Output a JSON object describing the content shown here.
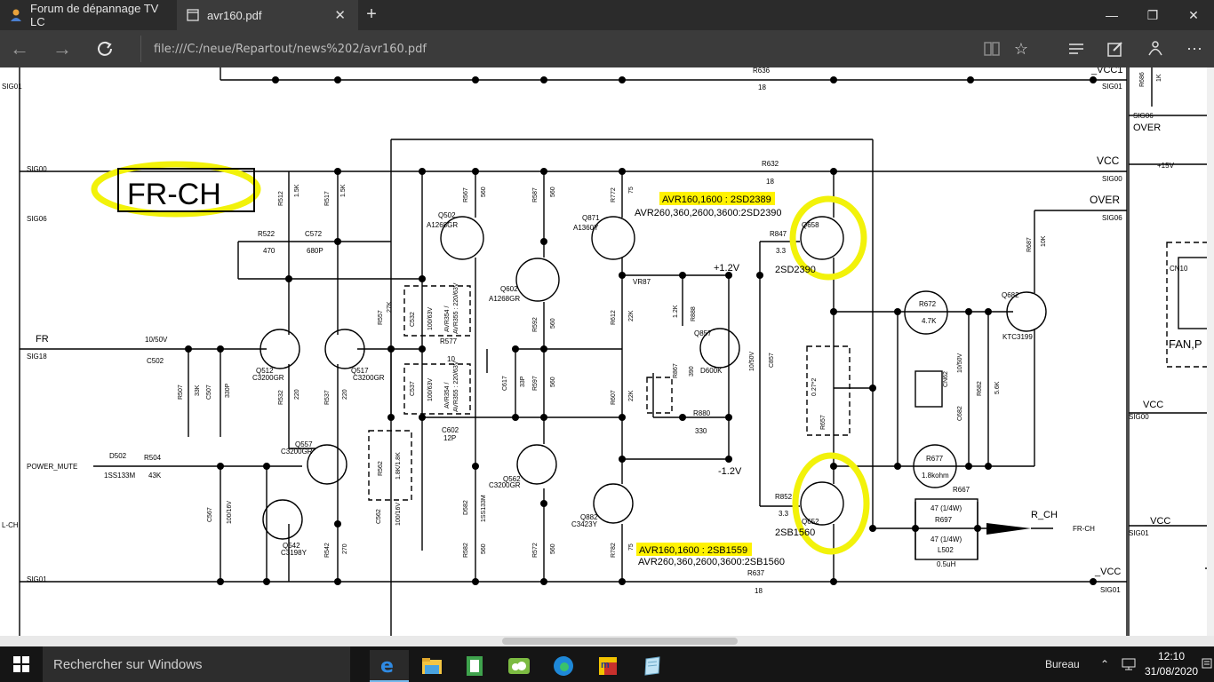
{
  "browser": {
    "tabs": [
      {
        "title": "Forum de dépannage TV LC",
        "active": false
      },
      {
        "title": "avr160.pdf",
        "active": true
      }
    ],
    "address": "file:///C:/neue/Repartout/news%202/avr160.pdf",
    "window_buttons": {
      "minimize": "—",
      "maximize": "❐",
      "close": "✕"
    }
  },
  "schematic": {
    "title_box": "FR-CH",
    "signals": {
      "sig00_left": "SIG00",
      "sig06_left": "SIG06",
      "sig18": "SIG18",
      "sig01_left": "SIG01",
      "sig01_top": "SIG01",
      "fr": "FR",
      "power_mute": "POWER_MUTE",
      "lch": "L-CH",
      "vcc_top": "_VCC1",
      "sig01_top_right": "SIG01",
      "vcc": "VCC",
      "sig00": "SIG00",
      "over": "OVER",
      "sig06": "SIG06",
      "vcc_bottom": "_VCC",
      "sig01_bottom": "SIG01",
      "rch": "R_CH",
      "frch_out": "FR-CH",
      "plus12": "+1.2V",
      "minus12": "-1.2V",
      "over_right": "OVER",
      "plus15": "+15V",
      "sig06_right": "SIG06",
      "vcc_right": "VCC",
      "sig00_right": "SIG00",
      "vcc_right2": "_VCC",
      "sig01_right": "SIG01",
      "fan": "FAN,P",
      "cn10": "CN10"
    },
    "highlights": {
      "top_a": "AVR160,1600 : 2SD2389",
      "top_b": "AVR260,360,2600,3600:2SD2390",
      "bot_a": "AVR160,1600 : 2SB1559",
      "bot_b": "AVR260,360,2600,3600:2SB1560"
    },
    "transistors": {
      "q502": "Q502",
      "q502p": "A1268GR",
      "q602": "Q602",
      "q602p": "A1268GR",
      "q871": "Q871",
      "q871p": "A1360Y",
      "q658": "Q658",
      "q658p": "2SD2390",
      "q512": "Q512",
      "q512p": "C3200GR",
      "q517": "Q517",
      "q517p": "C3200GR",
      "q857": "Q857",
      "q857p": "D600K",
      "q557": "Q557",
      "q557p": "C3200GR",
      "q562": "Q562",
      "q562p": "C3200GR",
      "q882": "Q882",
      "q882p": "C3423Y",
      "q652": "Q652",
      "q652p": "2SB1560",
      "q542": "Q542",
      "q542p": "C3198Y",
      "q682": "Q682",
      "q682p": "KTC3199"
    },
    "parts": {
      "r512": "R512",
      "r512v": "1.5K",
      "r517": "R517",
      "r517v": "1.5K",
      "r567": "R567",
      "r567v": "560",
      "r587": "R587",
      "r587v": "560",
      "r772": "R772",
      "r772v": "75",
      "r632": "R632",
      "r632v": "18",
      "r636": "R636",
      "r636v": "18",
      "r686": "R686",
      "r686v": "1K",
      "r522": "R522",
      "r522v": "470",
      "c572": "C572",
      "c572v": "680P",
      "r847": "R847",
      "r847v": "3.3",
      "r557": "R557",
      "r557v": "27K",
      "c532": "C532",
      "c532v": "100/63V",
      "avr354": "AVR354 /",
      "avr355": "AVR355 : 220/63V",
      "r577": "R577",
      "r577v": "10",
      "r592": "R592",
      "r592v": "560",
      "r612": "R612",
      "r612v": "22K",
      "r888": "R888",
      "r888v": "1.2K",
      "r672": "R672",
      "r672v": "4.7K",
      "r687": "R687",
      "r687v": "10K",
      "c502": "C502",
      "c502v": "10/50V",
      "r507": "R507",
      "r507v": "33K",
      "c507": "C507",
      "c507v": "330P",
      "c537": "C537",
      "c537v": "100/63V",
      "c617": "C617",
      "c617v": "33P",
      "r597": "R597",
      "r597v": "560",
      "vr87": "VR87",
      "r867": "R867",
      "r867v": "390",
      "c857": "C857",
      "c857v": "10/50V",
      "r657": "R657",
      "r657v": "0.27*2",
      "cn62": "CN62",
      "c682": "C682",
      "c682v": "10/50V",
      "r682": "R682",
      "r682v": "5.6K",
      "r532": "R532",
      "r532v": "220",
      "r537": "R537",
      "r537v": "220",
      "c602": "C602",
      "c602v": "12P",
      "r607": "R607",
      "r607v": "22K",
      "r880": "R880",
      "r880v": "330",
      "d502": "D502",
      "d502p": "1SS133M",
      "r504": "R504",
      "r504v": "43K",
      "r562": "R562",
      "r562v": "1.8K/1.8K",
      "r677": "R677",
      "r677v": "1.8kohm",
      "r852": "R852",
      "r852v": "3.3",
      "r667": "R667",
      "r667v": "47 (1/4W)",
      "r697": "R697",
      "r697v": "47 (1/4W)",
      "l502": "L502",
      "l502v": "0.5uH",
      "c567": "C567",
      "c567v": "100/16V",
      "c562": "C562",
      "c562v": "100/16V",
      "d582": "D582",
      "d582p": "1SS133M",
      "r582": "R582",
      "r582v": "560",
      "r572": "R572",
      "r572v": "560",
      "r782": "R782",
      "r782v": "75",
      "r637": "R637",
      "r637v": "18",
      "r542": "R542",
      "r542v": "270"
    }
  },
  "taskbar": {
    "search_placeholder": "Rechercher sur Windows",
    "tray_label": "Bureau",
    "time": "12:10",
    "date": "31/08/2020"
  },
  "colors": {
    "highlight": "#fff200",
    "circle": "#f2f20a",
    "tab_active": "#3b3b3b",
    "taskbar": "#151515"
  }
}
